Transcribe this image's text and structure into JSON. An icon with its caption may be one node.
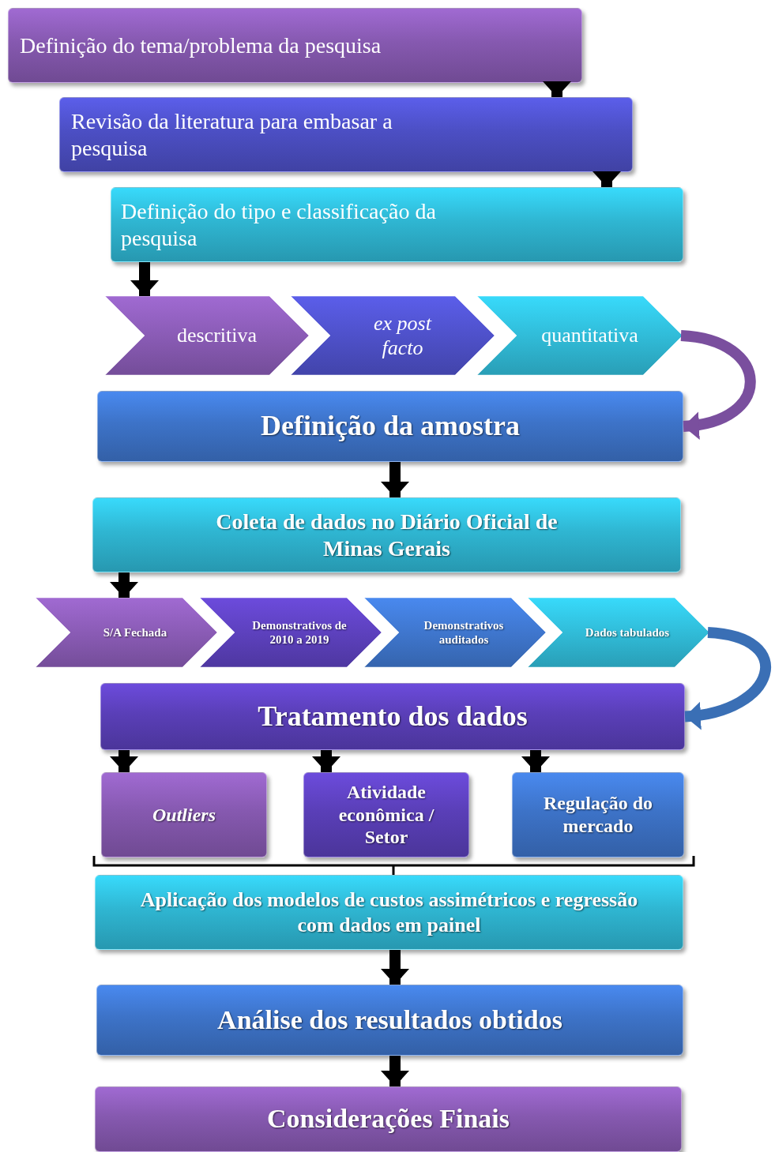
{
  "diagram": {
    "nodes": [
      {
        "text": [
          "Definição do tema/problema da pesquisa"
        ]
      },
      {
        "text": [
          "Revisão da literatura para embasar a pesquisa"
        ]
      },
      {
        "text": [
          "Definição do tipo e classificação da pesquisa"
        ]
      },
      {
        "text": [
          "descritiva"
        ]
      },
      {
        "text": [
          "ex post facto"
        ]
      },
      {
        "text": [
          "quantitativa"
        ]
      },
      {
        "text": [
          "Definição da amostra"
        ]
      },
      {
        "text": [
          "Coleta de dados no Diário Oficial de Minas Gerais"
        ]
      },
      {
        "text": [
          "S/A Fechada"
        ]
      },
      {
        "text": [
          "Demonstrativos de 2010 a 2019"
        ]
      },
      {
        "text": [
          "Demonstrativos auditados"
        ]
      },
      {
        "text": [
          "Dados tabulados"
        ]
      },
      {
        "text": [
          "Tratamento dos dados"
        ]
      },
      {
        "text": [
          "Outliers"
        ]
      },
      {
        "text": [
          "Atividade econômica / Setor"
        ]
      },
      {
        "text": [
          "Regulação do mercado"
        ]
      },
      {
        "text": [
          "Aplicação dos modelos de custos assimétricos e regressão com dados em painel"
        ]
      },
      {
        "text": [
          "Análise dos resultados obtidos"
        ]
      },
      {
        "text": [
          "Considerações Finais"
        ]
      }
    ],
    "edges": [
      {
        "from": 0,
        "to": 1,
        "arrow": "to"
      },
      {
        "from": 1,
        "to": 2,
        "arrow": "to"
      },
      {
        "from": 2,
        "to": 3,
        "arrow": "to"
      },
      {
        "from": 5,
        "to": 6,
        "arrow": "to",
        "color": "#7a4f9e"
      },
      {
        "from": 6,
        "to": 7,
        "arrow": "to"
      },
      {
        "from": 7,
        "to": 8,
        "arrow": "to"
      },
      {
        "from": 11,
        "to": 12,
        "arrow": "to",
        "color": "#3a6fb5"
      },
      {
        "from": 12,
        "to": 13,
        "arrow": "to"
      },
      {
        "from": 12,
        "to": 14,
        "arrow": "to"
      },
      {
        "from": 12,
        "to": 15,
        "arrow": "to"
      },
      {
        "from": 16,
        "to": 17,
        "arrow": "to"
      },
      {
        "from": 17,
        "to": 18,
        "arrow": "to"
      }
    ]
  }
}
